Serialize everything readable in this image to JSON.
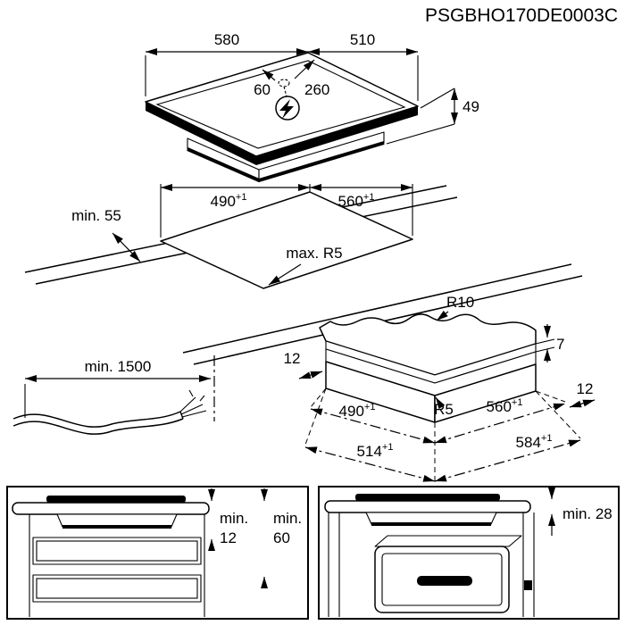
{
  "title": "PSGBHO170DE0003C",
  "hob": {
    "width": "580",
    "depth": "510",
    "offset_left": "60",
    "offset_right": "260",
    "height": "49"
  },
  "cutout": {
    "width": "490",
    "width_sup": "+1",
    "depth": "560",
    "depth_sup": "+1",
    "front": "min. 55",
    "radius": "max. R5"
  },
  "corner": {
    "r10": "R10",
    "left12": "12",
    "step7": "7",
    "r5": "R5",
    "w490": "490",
    "w490_sup": "+1",
    "d560": "560",
    "d560_sup": "+1",
    "right12": "12",
    "w514": "514",
    "w514_sup": "+1",
    "d584": "584",
    "d584_sup": "+1"
  },
  "cable": {
    "length": "min. 1500"
  },
  "box_left": {
    "min1": "min.",
    "v1": "12",
    "min2": "min.",
    "v2": "60"
  },
  "box_right": {
    "min": "min. 28"
  }
}
